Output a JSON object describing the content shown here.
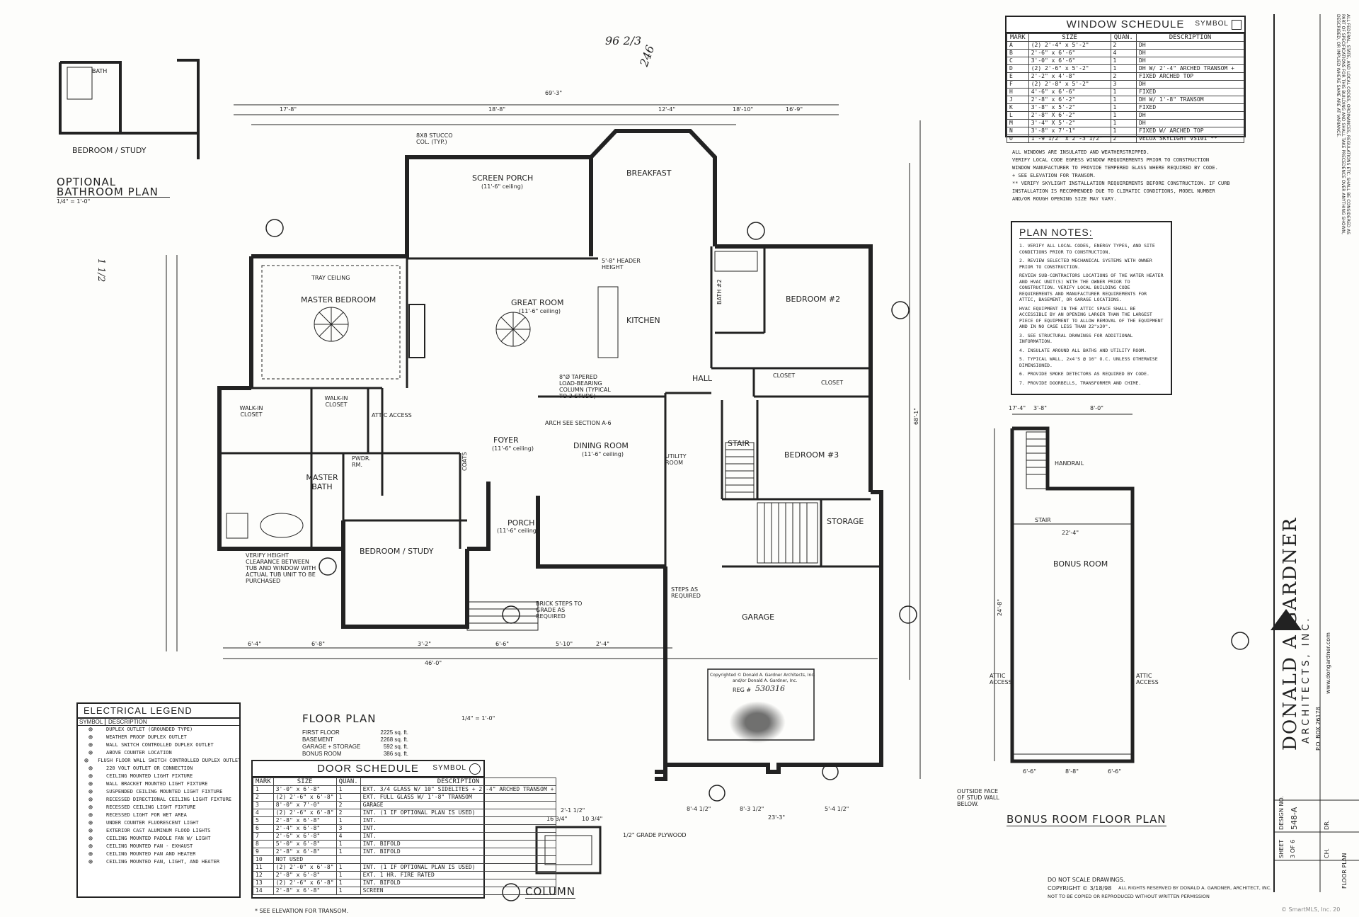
{
  "window_schedule": {
    "title": "WINDOW SCHEDULE",
    "symbol_label": "SYMBOL",
    "headers": [
      "MARK",
      "SIZE",
      "QUAN.",
      "DESCRIPTION"
    ],
    "rows": [
      [
        "A",
        "(2) 2'-4\" x 5'-2\"",
        "2",
        "DH"
      ],
      [
        "B",
        "2'-6\" x 6'-6\"",
        "4",
        "DH"
      ],
      [
        "C",
        "3'-0\" x 6'-6\"",
        "1",
        "DH"
      ],
      [
        "D",
        "(2) 2'-6\" x 5'-2\"",
        "1",
        "DH W/ 2'-4\" ARCHED TRANSOM +"
      ],
      [
        "E",
        "2'-2\" x 4'-8\"",
        "2",
        "FIXED ARCHED TOP"
      ],
      [
        "F",
        "(2) 2'-8\" x 5'-2\"",
        "3",
        "DH"
      ],
      [
        "H",
        "4'-6\" x 6'-6\"",
        "1",
        "FIXED"
      ],
      [
        "J",
        "2'-8\" x 6'-2\"",
        "1",
        "DH W/ 1'-8\" TRANSOM"
      ],
      [
        "K",
        "3'-8\" x 5'-2\"",
        "1",
        "FIXED"
      ],
      [
        "L",
        "2'-8\" X 6'-2\"",
        "1",
        "DH"
      ],
      [
        "M",
        "3'-4\" X 5'-2\"",
        "1",
        "DH"
      ],
      [
        "N",
        "3'-8\" x 7'-1\"",
        "1",
        "FIXED W/ ARCHED TOP"
      ],
      [
        "O",
        "1'-9 1/2\" x 2'-3 1/2\"",
        "2",
        "VELUX SKYLIGHT VS101 **"
      ]
    ],
    "notes": [
      "ALL WINDOWS ARE INSULATED AND WEATHERSTRIPPED.",
      "VERIFY LOCAL CODE EGRESS WINDOW REQUIREMENTS PRIOR TO CONSTRUCTION",
      "WINDOW MANUFACTURER TO PROVIDE TEMPERED GLASS WHERE REQUIRED BY CODE.",
      "+ SEE ELEVATION FOR TRANSOM.",
      "** VERIFY SKYLIGHT INSTALLATION REQUIREMENTS BEFORE CONSTRUCTION. IF CURB",
      "INSTALLATION IS RECOMMENDED DUE TO CLIMATIC CONDITIONS, MODEL NUMBER",
      "AND/OR ROUGH OPENING SIZE MAY VARY."
    ]
  },
  "plan_notes": {
    "title": "PLAN NOTES:",
    "items": [
      "1. VERIFY ALL LOCAL CODES, ENERGY TYPES, AND SITE CONDITIONS PRIOR TO CONSTRUCTION.",
      "2. REVIEW SELECTED MECHANICAL SYSTEMS WITH OWNER PRIOR TO CONSTRUCTION.",
      "REVIEW SUB-CONTRACTORS LOCATIONS OF THE WATER HEATER AND HVAC UNIT(S) WITH THE OWNER PRIOR TO CONSTRUCTION. VERIFY LOCAL BUILDING CODE REQUIREMENTS AND MANUFACTURER REQUIREMENTS FOR ATTIC, BASEMENT, OR GARAGE LOCATIONS.",
      "HVAC EQUIPMENT IN THE ATTIC SPACE SHALL BE ACCESSIBLE BY AN OPENING LARGER THAN THE LARGEST PIECE OF EQUIPMENT TO ALLOW REMOVAL OF THE EQUIPMENT AND IN NO CASE LESS THAN 22\"x30\".",
      "3. SEE STRUCTURAL DRAWINGS FOR ADDITIONAL INFORMATION.",
      "4. INSULATE AROUND ALL BATHS AND UTILITY ROOM.",
      "5. TYPICAL WALL, 2x4'S @ 16\" O.C. UNLESS OTHERWISE DIMENSIONED.",
      "6. PROVIDE SMOKE DETECTORS AS REQUIRED BY CODE.",
      "7. PROVIDE DOORBELLS, TRANSFORMER AND CHIME."
    ]
  },
  "side_notes": "ALL FEDERAL, STATE, AND LOCAL CODES, ORDINANCES, REGULATIONS ETC. SHALL BE CONSIDERED AS PART OF SPECIFICATIONS FOR THIS BUILDING AND SHALL TAKE PRECEDENCE OVER ANYTHING SHOWN, DESCRIBED, OR IMPLIED WHERE SAME ARE AT VARIANCE.",
  "electrical_legend": {
    "title": "ELECTRICAL LEGEND",
    "headers": [
      "SYMBOL",
      "DESCRIPTION"
    ],
    "items": [
      "DUPLEX OUTLET (GROUNDED TYPE)",
      "WEATHER PROOF DUPLEX OUTLET",
      "WALL SWITCH CONTROLLED DUPLEX OUTLET",
      "ABOVE COUNTER LOCATION",
      "FLUSH FLOOR WALL SWITCH CONTROLLED DUPLEX OUTLET. OWNER VERIFY LOCATION",
      "220 VOLT OUTLET OR CONNECTION",
      "CEILING MOUNTED LIGHT FIXTURE",
      "WALL BRACKET MOUNTED LIGHT FIXTURE",
      "SUSPENDED CEILING MOUNTED LIGHT FIXTURE",
      "RECESSED DIRECTIONAL CEILING LIGHT FIXTURE",
      "RECESSED CEILING LIGHT FIXTURE",
      "RECESSED LIGHT FOR WET AREA",
      "UNDER COUNTER FLUORESCENT LIGHT",
      "EXTERIOR CAST ALUMINUM FLOOD LIGHTS",
      "CEILING MOUNTED PADDLE FAN W/ LIGHT",
      "CEILING MOUNTED FAN - EXHAUST",
      "CEILING MOUNTED FAN AND HEATER",
      "CEILING MOUNTED FAN, LIGHT, AND HEATER"
    ]
  },
  "floor_plan": {
    "title": "FLOOR PLAN",
    "scale": "1/4\" = 1'-0\"",
    "areas": [
      [
        "FIRST FLOOR",
        "2225 sq. ft."
      ],
      [
        "BASEMENT",
        "2268 sq. ft."
      ],
      [
        "GARAGE + STORAGE",
        "592 sq. ft."
      ],
      [
        "BONUS ROOM",
        "386 sq. ft."
      ]
    ],
    "rooms": {
      "screen_porch": "SCREEN PORCH",
      "screen_porch_ceiling": "(11'-6\" ceiling)",
      "breakfast": "BREAKFAST",
      "master_bedroom": "MASTER BEDROOM",
      "tray_ceiling": "TRAY CEILING",
      "great_room": "GREAT ROOM",
      "great_room_ceiling": "(11'-6\" ceiling)",
      "kitchen": "KITCHEN",
      "bath2": "BATH #2",
      "bedroom2": "BEDROOM #2",
      "closet": "CLOSET",
      "hall": "HALL",
      "walkin_closet": "WALK-IN CLOSET",
      "foyer": "FOYER",
      "foyer_ceiling": "(11'-6\" ceiling)",
      "dining_room": "DINING ROOM",
      "dining_ceiling": "(11'-6\" ceiling)",
      "utility_room": "UTILITY ROOM",
      "stair": "STAIR",
      "bedroom3": "BEDROOM #3",
      "pwdr": "PWDR. RM.",
      "master_bath": "MASTER BATH",
      "coats": "COATS",
      "porch": "PORCH",
      "porch_ceiling": "(11'-6\" ceiling)",
      "storage": "STORAGE",
      "bedroom_study": "BEDROOM / STUDY",
      "garage": "GARAGE"
    },
    "notes": {
      "header": "5'-8\" HEADER HEIGHT",
      "verify_height": "VERIFY HEIGHT CLEARANCE BETWEEN TUB AND WINDOW WITH ACTUAL TUB UNIT TO BE PURCHASED",
      "brick_steps": "BRICK STEPS TO GRADE AS REQUIRED",
      "steps": "STEPS AS REQUIRED",
      "stucco_col": "8X8 STUCCO COL. (TYP.)",
      "tapered": "8\"Ø TAPERED LOAD-BEARING COLUMN (TYPICAL TO 3 STUDS)",
      "arch_see": "ARCH SEE SECTION A-6",
      "attic_access": "ATTIC ACCESS",
      "see_elev": "* SEE ELEVATION FOR TRANSOM."
    },
    "dims": {
      "overall_top": "69'-3\"",
      "overall_bottom": "46'-0\"",
      "overall_right": "68'-1\"",
      "top_row": [
        "17'-8\"",
        "18'-8\"",
        "12'-4\"",
        "18'-10\"",
        "16'-9\""
      ],
      "bottom_row": [
        "6'-4\"",
        "6'-8\"",
        "3'-2\"",
        "6'-6\"",
        "5'-10\"",
        "2'-4\""
      ],
      "garage_bottom": [
        "8'-4 1/2\"",
        "8'-3 1/2\"",
        "5'-4 1/2\"",
        "23'-3\""
      ]
    }
  },
  "optional_bath": {
    "title": "OPTIONAL BATHROOM PLAN",
    "scale": "1/4\" = 1'-0\"",
    "bath": "BATH",
    "bedroom": "BEDROOM / STUDY"
  },
  "door_schedule": {
    "title": "DOOR SCHEDULE",
    "symbol_label": "SYMBOL",
    "headers": [
      "MARK",
      "SIZE",
      "QUAN.",
      "DESCRIPTION"
    ],
    "rows": [
      [
        "1",
        "3'-0\" x 6'-8\"",
        "1",
        "EXT. 3/4 GLASS W/ 10\" SIDELITES + 2'-4\" ARCHED TRANSOM +"
      ],
      [
        "2",
        "(2) 2'-6\" x 6'-8\"",
        "1",
        "EXT. FULL GLASS W/ 1'-8\" TRANSOM"
      ],
      [
        "3",
        "8'-0\" x 7'-0\"",
        "2",
        "GARAGE"
      ],
      [
        "4",
        "(2) 2'-6\" x 6'-8\"",
        "2",
        "INT. (1 IF OPTIONAL PLAN IS USED)"
      ],
      [
        "5",
        "2'-8\" x 6'-8\"",
        "1",
        "INT."
      ],
      [
        "6",
        "2'-4\" x 6'-8\"",
        "3",
        "INT."
      ],
      [
        "7",
        "2'-6\" x 6'-8\"",
        "4",
        "INT."
      ],
      [
        "8",
        "5'-0\" x 6'-8\"",
        "1",
        "INT. BIFOLD"
      ],
      [
        "9",
        "2'-8\" x 6'-8\"",
        "1",
        "INT. BIFOLD"
      ],
      [
        "10",
        "NOT USED",
        "",
        ""
      ],
      [
        "11",
        "(2) 2'-0\" x 6'-8\"",
        "1",
        "INT. (1 IF OPTIONAL PLAN IS USED)"
      ],
      [
        "12",
        "2'-8\" x 6'-8\"",
        "1",
        "EXT. 1 HR. FIRE RATED"
      ],
      [
        "13",
        "(2) 2'-6\" x 6'-8\"",
        "1",
        "INT. BIFOLD"
      ],
      [
        "14",
        "2'-8\" x 6'-8\"",
        "1",
        "SCREEN"
      ]
    ]
  },
  "column": {
    "title": "COLUMN",
    "dims": [
      "2'-1 1/2\"",
      "16 3/4\"",
      "10 3/4\""
    ],
    "note": "1/2\" GRADE PLYWOOD"
  },
  "bonus_room": {
    "title": "BONUS ROOM FLOOR PLAN",
    "room": "BONUS ROOM",
    "handrail": "HANDRAIL",
    "stair": "STAIR",
    "attic_access": "ATTIC ACCESS",
    "outside_face": "OUTSIDE FACE OF STUD WALL BELOW.",
    "dims_top": [
      "17'-4\"",
      "3'-8\"",
      "8'-0\""
    ],
    "dims_bottom": [
      "6'-6\"",
      "8'-8\"",
      "6'-6\""
    ],
    "dim_width": "22'-4\"",
    "dim_height": "24'-8\""
  },
  "copyright": {
    "line1": "Copyrighted © Donald A. Gardner Architects, Inc.",
    "line2": "and/or Donald A. Gardner, Inc.",
    "reg": "REG #",
    "reg_number": "530316",
    "footer1": "DO NOT SCALE DRAWINGS.",
    "footer2": "COPYRIGHT © 3/18/98",
    "footer3": "ALL RIGHTS RESERVED BY DONALD A. GARDNER, ARCHITECT, INC.",
    "footer4": "NOT TO BE COPIED OR REPRODUCED WITHOUT WRITTEN PERMISSION",
    "watermark": "© SmartMLS, Inc. 20"
  },
  "title_block": {
    "firm": "DONALD A GARDNER",
    "subtitle": "ARCHITECTS, INC.",
    "address": "P.O. BOX 26178",
    "web": "www.dongardner.com",
    "design_no_label": "DESIGN NO.",
    "design_no": "548-A",
    "sheet_label": "SHEET",
    "sheet": "3 OF 6",
    "dr_label": "DR.",
    "ch_label": "CH.",
    "sheet_title": "FLOOR PLAN"
  },
  "handwritten": [
    "96 2/3",
    "246",
    "1 1/2"
  ]
}
